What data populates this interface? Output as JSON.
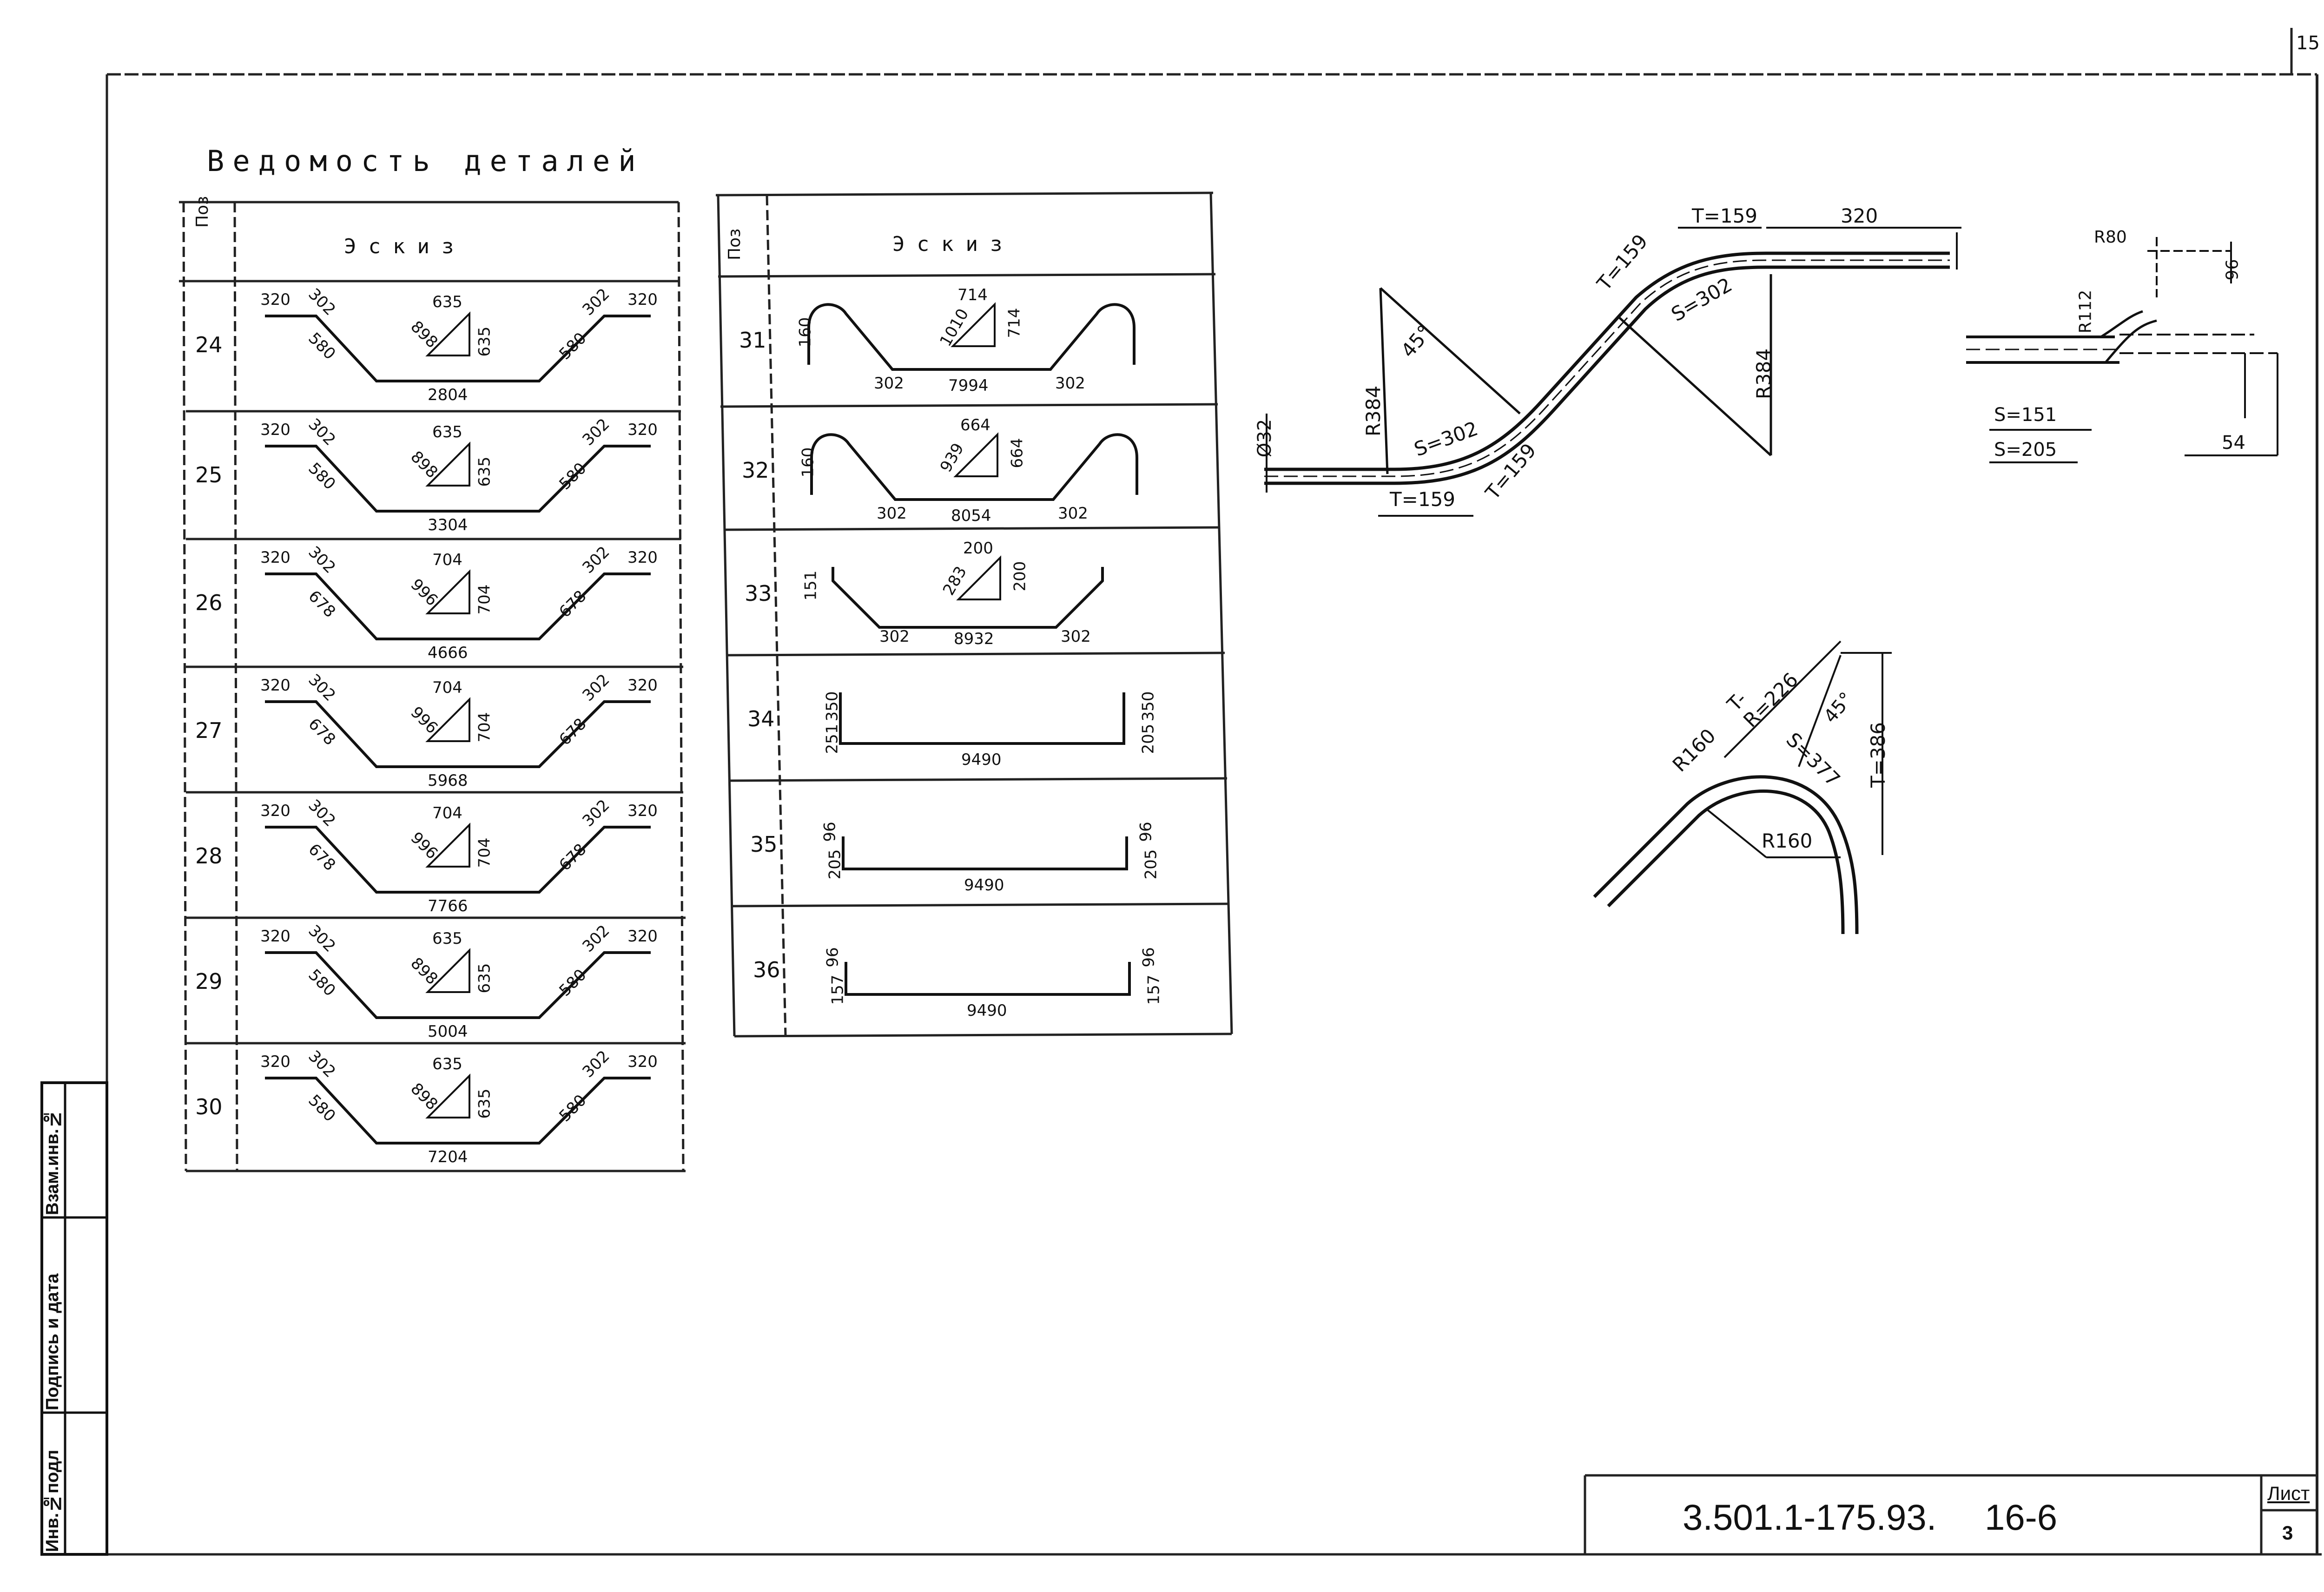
{
  "page_number": "15",
  "title": "Ведомость деталей",
  "table_left": {
    "header_pos": "Поз",
    "header_sketch": "Эскиз",
    "rows": [
      {
        "pos": "24",
        "l1": "320",
        "l2": "302",
        "l3": "580",
        "bottom": "2804",
        "d1": "635",
        "d2": "635",
        "diag": "898"
      },
      {
        "pos": "25",
        "l1": "320",
        "l2": "302",
        "l3": "580",
        "bottom": "3304",
        "d1": "635",
        "d2": "635",
        "diag": "898"
      },
      {
        "pos": "26",
        "l1": "320",
        "l2": "302",
        "l3": "678",
        "bottom": "4666",
        "d1": "704",
        "d2": "704",
        "diag": "996"
      },
      {
        "pos": "27",
        "l1": "320",
        "l2": "302",
        "l3": "678",
        "bottom": "5968",
        "d1": "704",
        "d2": "704",
        "diag": "996"
      },
      {
        "pos": "28",
        "l1": "320",
        "l2": "302",
        "l3": "678",
        "bottom": "7766",
        "d1": "704",
        "d2": "704",
        "diag": "996"
      },
      {
        "pos": "29",
        "l1": "320",
        "l2": "302",
        "l3": "580",
        "bottom": "5004",
        "d1": "635",
        "d2": "635",
        "diag": "898"
      },
      {
        "pos": "30",
        "l1": "320",
        "l2": "302",
        "l3": "580",
        "bottom": "7204",
        "d1": "635",
        "d2": "635",
        "diag": "898"
      }
    ]
  },
  "table_right": {
    "header_pos": "Поз",
    "header_sketch": "Эскиз",
    "rows": [
      {
        "pos": "31",
        "end": "160",
        "seg": "302",
        "mid": "7994",
        "d1": "714",
        "d2": "714",
        "diag": "1010"
      },
      {
        "pos": "32",
        "end": "160",
        "seg": "302",
        "mid": "8054",
        "d1": "664",
        "d2": "664",
        "diag": "939"
      },
      {
        "pos": "33",
        "end": "151",
        "seg": "302",
        "mid": "8932",
        "d1": "200",
        "d2": "200",
        "diag": "283"
      },
      {
        "pos": "34",
        "left": "350",
        "right": "350",
        "mid": "9490",
        "lt": "251",
        "rt": "205"
      },
      {
        "pos": "35",
        "left": "96",
        "right": "96",
        "mid": "9490",
        "lt": "205",
        "rt": "205"
      },
      {
        "pos": "36",
        "left": "96",
        "right": "96",
        "mid": "9490",
        "lt": "157",
        "rt": "157"
      }
    ]
  },
  "detail_s": {
    "t1": "T=159",
    "t2": "T=159",
    "t3": "T=159",
    "t4": "T=159",
    "top": "320",
    "s1": "S=302",
    "s2": "S=302",
    "r1": "R384",
    "r2": "R384",
    "angle": "45°",
    "dia": "Ø32"
  },
  "detail_end": {
    "r80": "R80",
    "r112": "R112",
    "s151": "S=151",
    "s205": "S=205",
    "d96": "96",
    "d54": "54"
  },
  "detail_bend": {
    "r1": "R160",
    "r2": "R160",
    "tr": "T-R=226",
    "s": "S=377",
    "t": "T=386",
    "angle": "45°"
  },
  "side_labels": [
    "Инв.№подл",
    "Подпись и дата",
    "Взам.инв.№"
  ],
  "stamp": {
    "code": "3.501.1-175.93.",
    "section": "16-6",
    "sheet_label": "Лист",
    "sheet_no": "3"
  }
}
